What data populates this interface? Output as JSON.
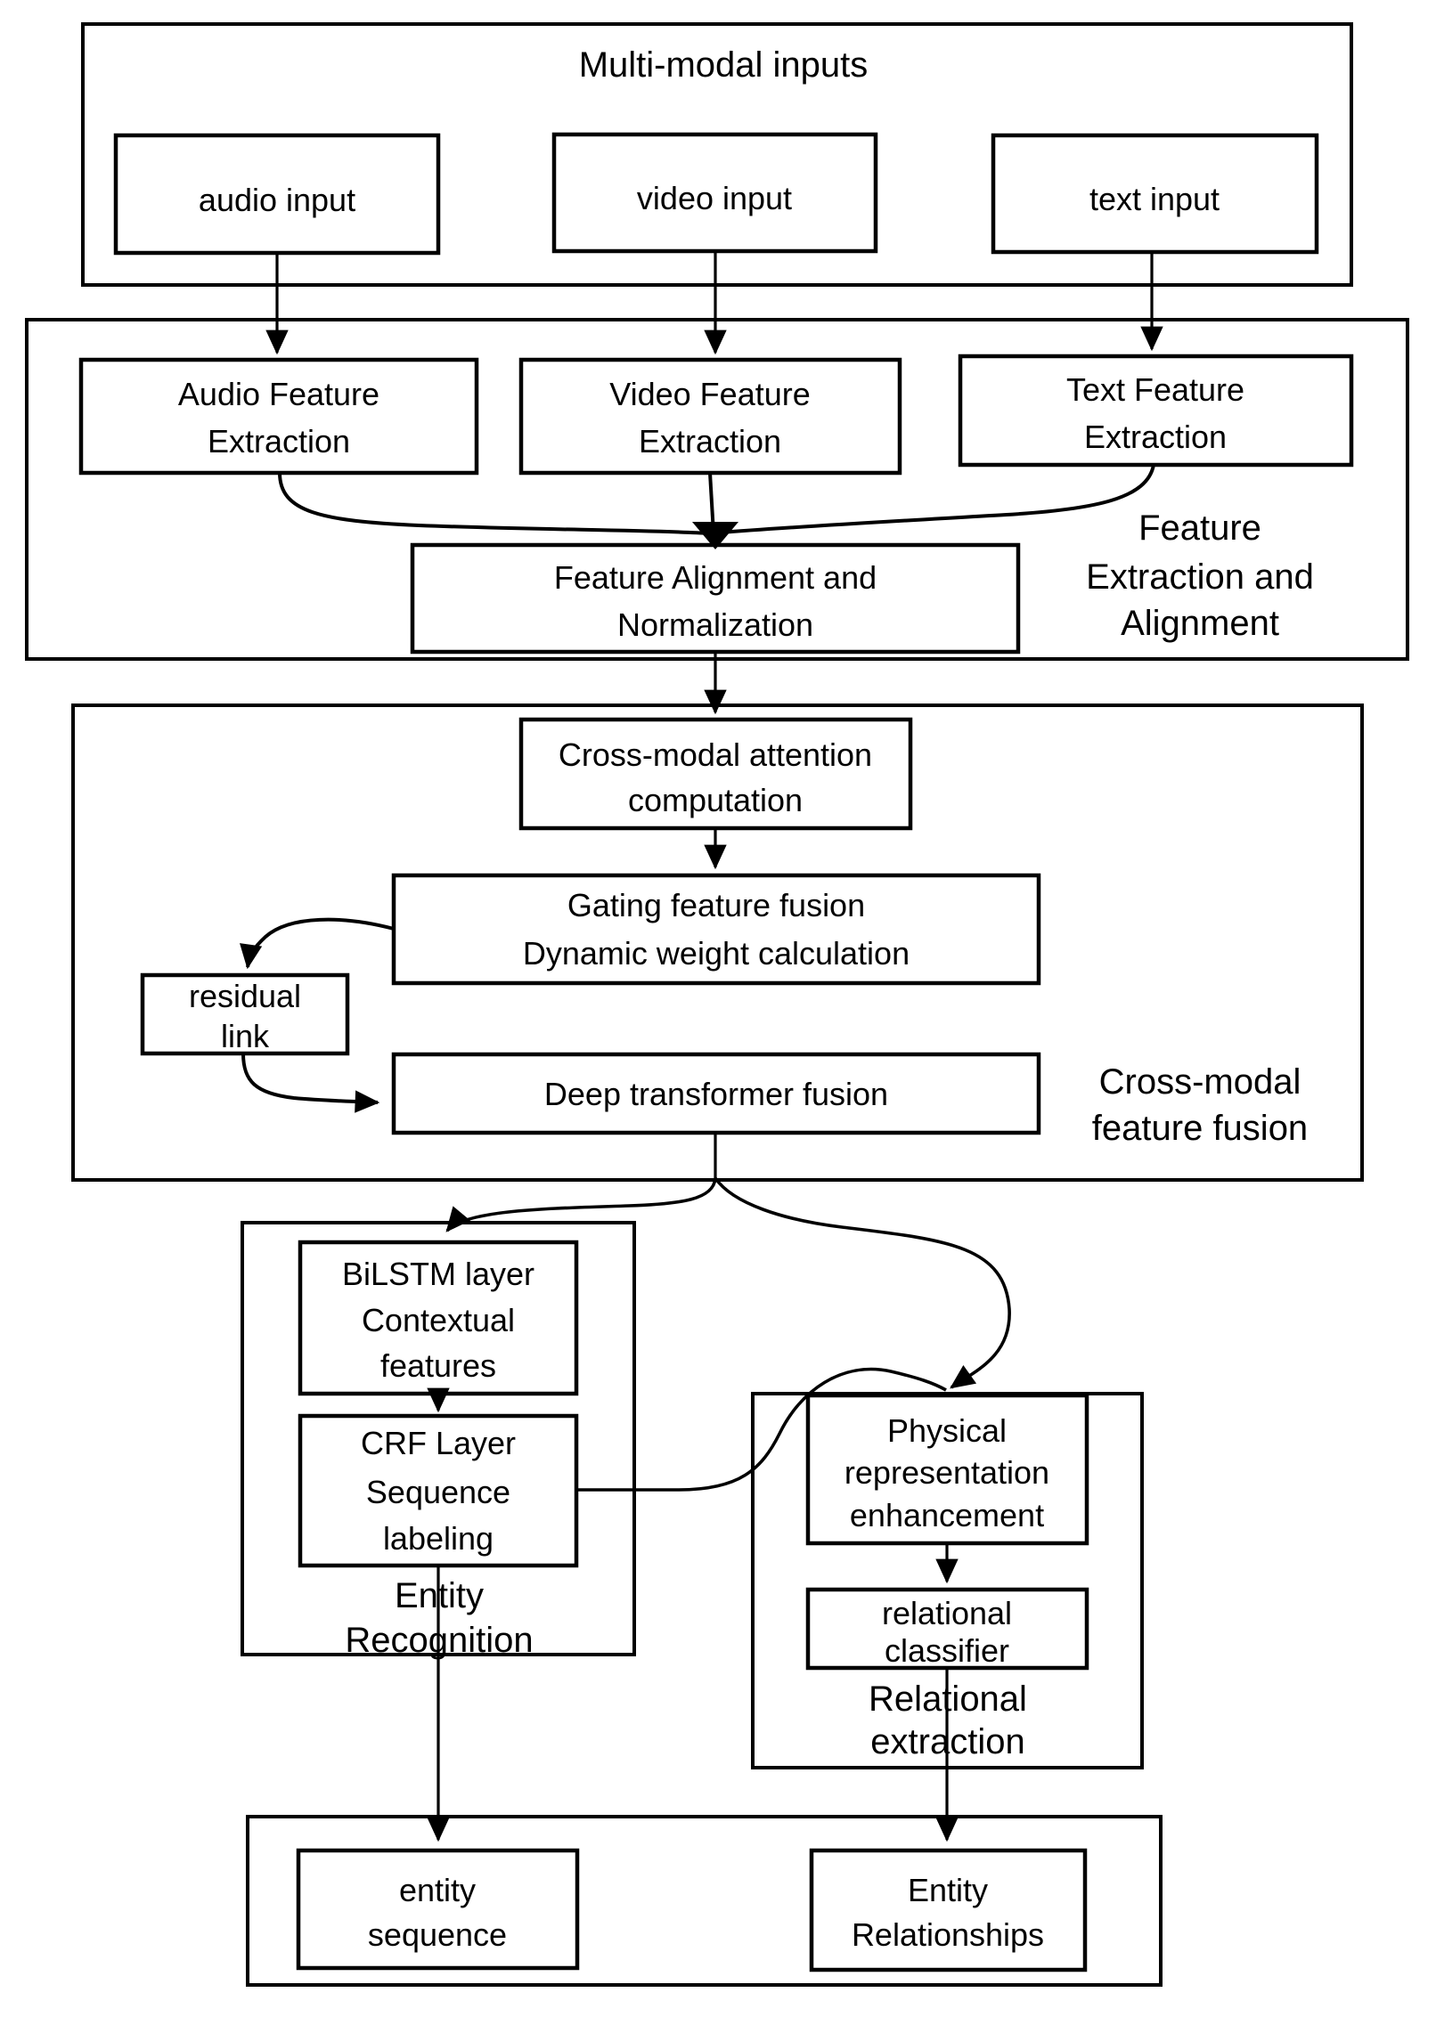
{
  "diagram_type": "flowchart",
  "colors": {
    "line": "#000000",
    "text": "#000000",
    "background": "#ffffff"
  },
  "container_labels": {
    "multimodal_inputs": [
      "Multi-modal inputs"
    ],
    "feature_extraction_and_alignment": [
      "Feature",
      "Extraction and",
      "Alignment"
    ],
    "cross_modal_feature_fusion": [
      "Cross-modal",
      "feature fusion"
    ],
    "entity_recognition": [
      "Entity",
      "Recognition"
    ],
    "relational_extraction": [
      "Relational",
      "extraction"
    ]
  },
  "nodes": {
    "audio_input": {
      "lines": [
        "audio input"
      ]
    },
    "video_input": {
      "lines": [
        "video input"
      ]
    },
    "text_input": {
      "lines": [
        "text input"
      ]
    },
    "audio_feature_extraction": {
      "lines": [
        "Audio Feature",
        "Extraction"
      ]
    },
    "video_feature_extraction": {
      "lines": [
        "Video Feature",
        "Extraction"
      ]
    },
    "text_feature_extraction": {
      "lines": [
        "Text Feature",
        "Extraction"
      ]
    },
    "feature_alignment_normalization": {
      "lines": [
        "Feature Alignment and",
        "Normalization"
      ]
    },
    "cross_modal_attention": {
      "lines": [
        "Cross-modal attention",
        "computation"
      ]
    },
    "gating_feature_fusion": {
      "lines": [
        "Gating feature fusion",
        "Dynamic weight calculation"
      ]
    },
    "residual_link": {
      "lines": [
        "residual",
        "link"
      ]
    },
    "deep_transformer_fusion": {
      "lines": [
        "Deep transformer fusion"
      ]
    },
    "bilstm_layer": {
      "lines": [
        "BiLSTM layer",
        "Contextual",
        "features"
      ]
    },
    "crf_layer": {
      "lines": [
        "CRF Layer",
        "Sequence",
        "labeling"
      ]
    },
    "physical_representation_enhancement": {
      "lines": [
        "Physical",
        "representation",
        "enhancement"
      ]
    },
    "relational_classifier": {
      "lines": [
        "relational",
        "classifier"
      ]
    },
    "entity_sequence": {
      "lines": [
        "entity",
        "sequence"
      ]
    },
    "entity_relationships": {
      "lines": [
        "Entity",
        "Relationships"
      ]
    }
  }
}
